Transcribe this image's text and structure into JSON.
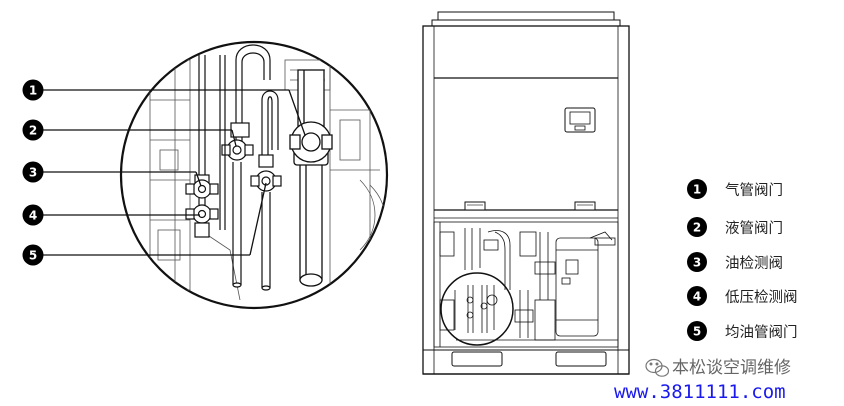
{
  "callouts": [
    {
      "num": "1"
    },
    {
      "num": "2"
    },
    {
      "num": "3"
    },
    {
      "num": "4"
    },
    {
      "num": "5"
    }
  ],
  "legend": [
    {
      "num": "1",
      "label": "气管阀门"
    },
    {
      "num": "2",
      "label": "液管阀门"
    },
    {
      "num": "3",
      "label": "油检测阀"
    },
    {
      "num": "4",
      "label": "低压检测阀"
    },
    {
      "num": "5",
      "label": "均油管阀门"
    }
  ],
  "watermark": {
    "icon": "wechat-icon",
    "text": "本松谈空调维修",
    "url": "www.3811111.com",
    "url_color": "#1a1aee"
  },
  "colors": {
    "line": "#111111",
    "callout_fill": "#000000"
  }
}
